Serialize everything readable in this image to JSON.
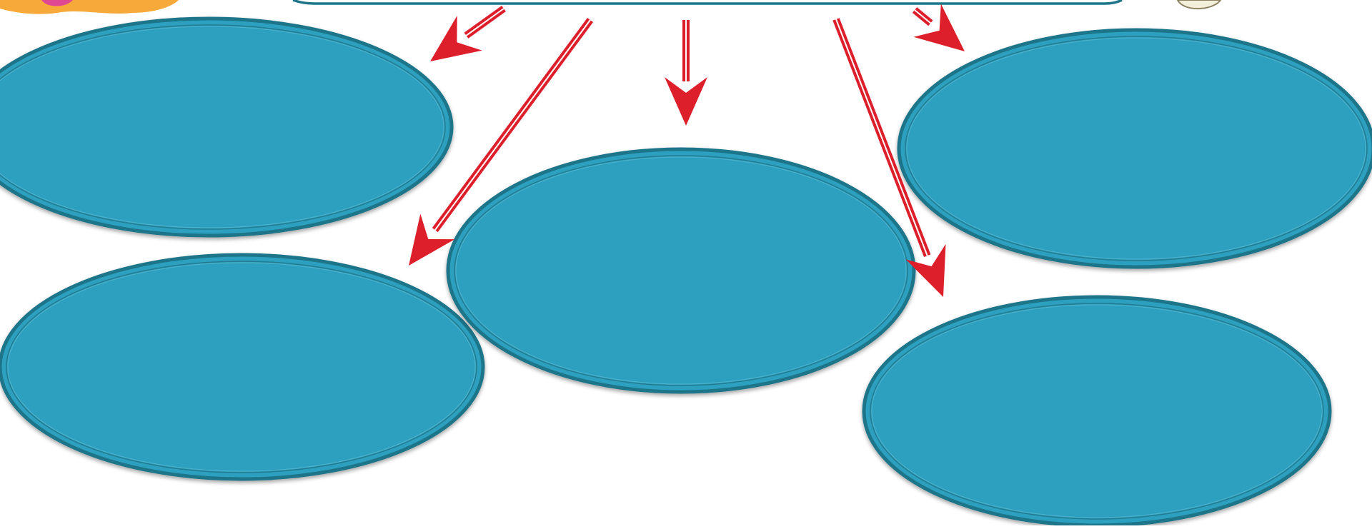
{
  "diagram": {
    "colors": {
      "ellipse_fill": "#2da0bf",
      "ellipse_stroke": "#1e7489",
      "ellipse_inner_line": "#4fb3cd",
      "arrow": "#dc1f2b",
      "arrow_highlight": "#ffffff",
      "top_box_stroke": "#1e7489",
      "corner_shape_fill": "#f7a93a",
      "corner_shape_accent": "#e04894",
      "corner_icon_fill": "#f4efd8",
      "corner_icon_stroke": "#8c8262"
    },
    "top_box": {
      "text": ""
    },
    "ellipses": [
      {
        "name": "ellipse-top-left",
        "text": ""
      },
      {
        "name": "ellipse-bottom-left",
        "text": ""
      },
      {
        "name": "ellipse-center",
        "text": ""
      },
      {
        "name": "ellipse-top-right",
        "text": ""
      },
      {
        "name": "ellipse-bottom-right",
        "text": ""
      }
    ],
    "arrows": [
      {
        "name": "arrow-to-top-left"
      },
      {
        "name": "arrow-to-bottom-left"
      },
      {
        "name": "arrow-to-center"
      },
      {
        "name": "arrow-to-bottom-right"
      },
      {
        "name": "arrow-to-top-right"
      }
    ],
    "decorations": {
      "corner_left": "orange-blob-decoration",
      "corner_right": "cream-icon-decoration"
    }
  }
}
